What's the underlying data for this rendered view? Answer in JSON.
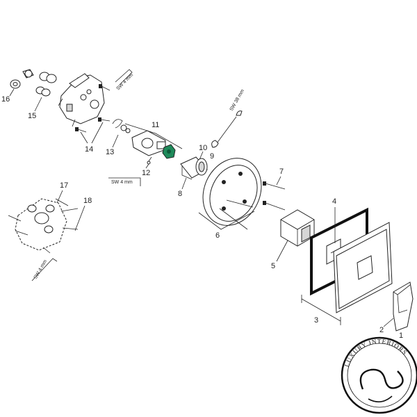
{
  "callouts": {
    "c1": "1",
    "c2": "2",
    "c3": "3",
    "c4": "4",
    "c5": "5",
    "c6": "6",
    "c7": "7",
    "c8": "8",
    "c9": "9",
    "c10": "10",
    "c11": "11",
    "c12": "12",
    "c13": "13",
    "c14": "14",
    "c15": "15",
    "c16": "16",
    "c17": "17",
    "c18": "18"
  },
  "tool_labels": {
    "sw4_top": "SW 4 mm",
    "sw38": "SW 38 mm",
    "sw4_mid": "SW 4 mm",
    "sw4_left": "SW 4 mm"
  },
  "logo": {
    "text": "LUXURY INTERIORS"
  }
}
